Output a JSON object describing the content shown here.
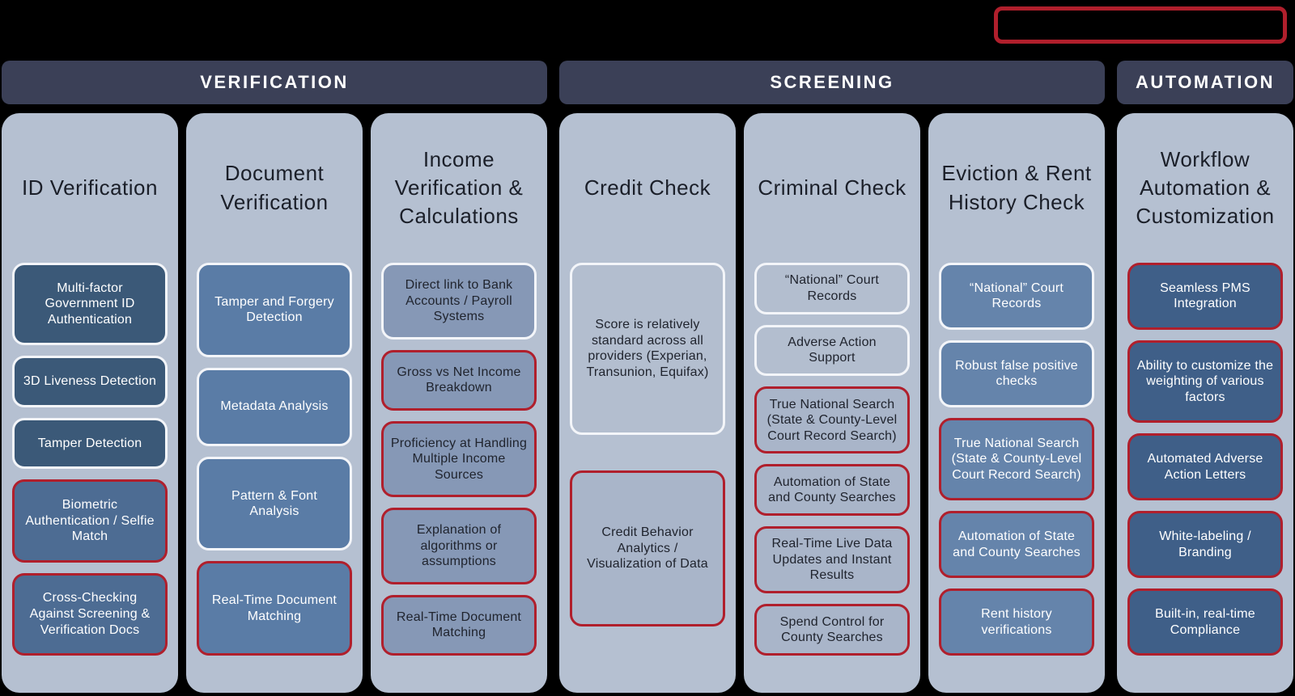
{
  "colors": {
    "page_background": "#000000",
    "header_background": "#3b4057",
    "column_background": "#b5c0d1",
    "highlight_red": "#b01f2c",
    "plain_border_white": "#f3f5f9"
  },
  "legend_box": {
    "text": ""
  },
  "sections": [
    {
      "label": "VERIFICATION",
      "columns": [
        {
          "title": "ID Verification",
          "palette": "dark-navy",
          "items": [
            {
              "text": "Multi-factor Government ID Authentication",
              "highlight": false
            },
            {
              "text": "3D Liveness Detection",
              "highlight": false
            },
            {
              "text": "Tamper Detection",
              "highlight": false
            },
            {
              "text": "Biometric Authentication / Selfie Match",
              "highlight": true
            },
            {
              "text": "Cross-Checking Against Screening & Verification Docs",
              "highlight": true
            }
          ]
        },
        {
          "title": "Document Verification",
          "palette": "steel",
          "items": [
            {
              "text": "Tamper and Forgery Detection",
              "highlight": false
            },
            {
              "text": "Metadata Analysis",
              "highlight": false
            },
            {
              "text": "Pattern & Font Analysis",
              "highlight": false
            },
            {
              "text": "Real-Time Document Matching",
              "highlight": true
            }
          ]
        },
        {
          "title": "Income Verification & Calculations",
          "palette": "light-slate",
          "items": [
            {
              "text": "Direct link to Bank Accounts / Payroll Systems",
              "highlight": false
            },
            {
              "text": "Gross vs Net Income Breakdown",
              "highlight": true
            },
            {
              "text": "Proficiency at Handling Multiple Income Sources",
              "highlight": true
            },
            {
              "text": "Explanation of algorithms or assumptions",
              "highlight": true
            },
            {
              "text": "Real-Time Document Matching",
              "highlight": true
            }
          ]
        }
      ]
    },
    {
      "label": "SCREENING",
      "columns": [
        {
          "title": "Credit Check",
          "palette": "ghost",
          "items": [
            {
              "text": "Score is relatively standard across all providers (Experian, Transunion, Equifax)",
              "highlight": false
            },
            {
              "text": "Credit Behavior Analytics / Visualization of Data",
              "highlight": true
            }
          ]
        },
        {
          "title": "Criminal Check",
          "palette": "ghost",
          "items": [
            {
              "text": "“National” Court Records",
              "highlight": false
            },
            {
              "text": "Adverse Action Support",
              "highlight": false
            },
            {
              "text": "True National Search (State & County-Level Court Record Search)",
              "highlight": true
            },
            {
              "text": "Automation of State and County Searches",
              "highlight": true
            },
            {
              "text": "Real-Time Live Data Updates and Instant Results",
              "highlight": true
            },
            {
              "text": "Spend Control for County Searches",
              "highlight": true
            }
          ]
        },
        {
          "title": "Eviction & Rent History Check",
          "palette": "medium-blue",
          "items": [
            {
              "text": "“National” Court Records",
              "highlight": false
            },
            {
              "text": "Robust false positive checks",
              "highlight": false
            },
            {
              "text": "True National Search (State & County-Level Court Record Search)",
              "highlight": true
            },
            {
              "text": "Automation of State and County Searches",
              "highlight": true
            },
            {
              "text": "Rent history verifications",
              "highlight": true
            }
          ]
        }
      ]
    },
    {
      "label": "AUTOMATION",
      "columns": [
        {
          "title": "Workflow Automation & Customization",
          "palette": "dark-blue",
          "items": [
            {
              "text": "Seamless PMS Integration",
              "highlight": true
            },
            {
              "text": "Ability to customize the weighting of various factors",
              "highlight": true
            },
            {
              "text": "Automated Adverse Action Letters",
              "highlight": true
            },
            {
              "text": "White-labeling / Branding",
              "highlight": true
            },
            {
              "text": "Built-in, real-time Compliance",
              "highlight": true
            }
          ]
        }
      ]
    }
  ]
}
